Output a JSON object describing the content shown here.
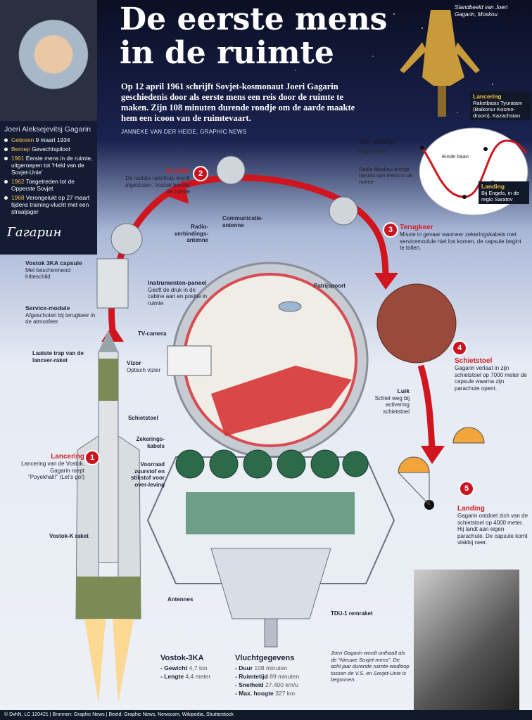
{
  "title": "De eerste mens in de ruimte",
  "intro": "Op 12 april 1961 schrijft Sovjet-kosmonaut Joeri Gagarin geschiedenis door als eerste mens een reis door de ruimte te maken. Zijn 108 minuten durende rondje om de aarde maakte hem een icoon van de ruimtevaart.",
  "credit": "JANNEKE VAN DER HEIDE, GRAPHIC NEWS",
  "statue_caption": "Standbeeld van Joeri Gagarin, Moskou",
  "bio": {
    "name": "Joeri Aleksejevitsj Gagarin",
    "items": [
      {
        "key": "Geboren",
        "text": "9 maart 1934"
      },
      {
        "key": "Beroep",
        "text": "Gevechtspiloot"
      },
      {
        "key": "1961",
        "text": "Eerste mens in de ruimte, uitgeroepen tot ‘Held van de Sovjet-Unie’"
      },
      {
        "key": "1962",
        "text": "Toegetreden tot de Opperste Sovjet"
      },
      {
        "key": "1968",
        "text": "Verongelukt op 27 maart tijdens training-vlucht met een straaljager"
      }
    ],
    "signature": "Гагарин"
  },
  "steps": [
    {
      "num": "1",
      "title": "Lancering",
      "desc": "Lancering van de Vostok. Gagarin roept “Poyekhali!” (Let’s go!)"
    },
    {
      "num": "2",
      "title": "Ruimte",
      "desc": "De laatste rakettrap wordt afgestoten. Vostok bereikt de ruimte"
    },
    {
      "num": "3",
      "title": "Terugkeer",
      "desc": "Missie in gevaar wanneer zekeringskabels met servicemodule niet los komen, de capsule begint te tollen."
    },
    {
      "num": "4",
      "title": "Schietstoel",
      "desc": "Gagarin verlaat in zijn schietstoel op 7000 meter de capsule waarna zijn parachute opent."
    },
    {
      "num": "5",
      "title": "Landing",
      "desc": "Gagarin ontdoet zich van de schietstoel op 4000 meter. Hij landt aan eigen parachute. De capsule komt vlakbij neer."
    }
  ],
  "map": {
    "title": "De vlucht",
    "begin": "Begin baan",
    "end": "Einde baan",
    "radio": "Radio Moskou brengt nieuws van mens in de ruimte",
    "launch_title": "Lancering",
    "launch_desc": "Raketbasis Tyuratam (Baikonur Kosmo-droom), Kazachstan",
    "landing_title": "Landing",
    "landing_desc": "Bij Engels, in de regio Saratov"
  },
  "labels": {
    "capsule_title": "Vostok 3KA capsule",
    "capsule_desc": "Met beschermend hitteschild",
    "service_title": "Service-module",
    "service_desc": "Afgeschoten bij terugkeer in de atmosfeer",
    "last_stage": "Laatste trap van de lanceer-raket",
    "rocket": "Vostok-K raket",
    "comm": "Communicatie-antenne",
    "radio_ant": "Radio-verbindings-antenne",
    "panel_title": "Instrumenten-paneel",
    "panel_desc": "Geeft de druk in de cabine aan en positie in ruimte",
    "tv": "TV-camera",
    "vizor_title": "Vizor",
    "vizor_desc": "Optisch vizier",
    "porthole": "Patrijspoort",
    "hatch_title": "Luik",
    "hatch_desc": "Schiet weg bij activering schietstoel",
    "seat": "Schietstoel",
    "cables": "Zekerings-kabels",
    "supply": "Voorraad zuurstof en stikstof voor over-leving",
    "antennas": "Antennes",
    "tdu": "TDU-1 remraket"
  },
  "specs_craft": {
    "title": "Vostok-3KA",
    "rows": [
      {
        "k": "- Gewicht",
        "v": "4,7 ton"
      },
      {
        "k": "- Lengte",
        "v": "4,4 meter"
      }
    ]
  },
  "specs_flight": {
    "title": "Vluchtgegevens",
    "rows": [
      {
        "k": "- Duur",
        "v": "108 minuten"
      },
      {
        "k": "- Ruimtetijd",
        "v": "89 minuten"
      },
      {
        "k": "- Snelheid",
        "v": "27.400 km/u"
      },
      {
        "k": "- Max. hoogte",
        "v": "327 km"
      }
    ]
  },
  "photo_caption": "Joeri Gagarin wordt onthaalt als de “Nieuwe Sovjet-mens”. De acht jaar durende ruimte-wedloop tussen de V.S. en Sovjet-Unie is begonnen.",
  "footer": "© DvhN, LC 120421 | Bronnen: Graphic News | Beeld: Graphic News, Newscom, Wikipedia, Shutterstock",
  "colors": {
    "accent": "#c8141e",
    "night": "#141b33",
    "gold": "#f3c24a"
  }
}
